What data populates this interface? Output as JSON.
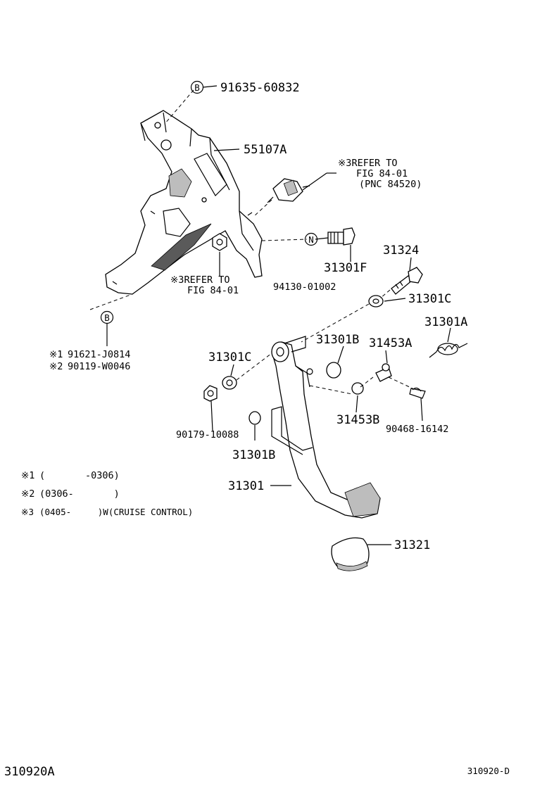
{
  "labels": {
    "bolt_b_top": "91635-60832",
    "bracket": "55107A",
    "refer_switch_1": "※3REFER TO",
    "refer_switch_2": "FIG 84-01",
    "refer_switch_3": "(PNC 84520)",
    "refer_nut_1": "※3REFER TO",
    "refer_nut_2": "FIG 84-01",
    "nut_n": "94130-01002",
    "pin_f": "31301F",
    "bolt_31324": "31324",
    "bushing_c_right": "31301C",
    "spring_a": "31301A",
    "bushing_b_top": "31301B",
    "clip_a": "31453A",
    "bolt_b_left_1": "91621-J0814",
    "bolt_b_left_2": "90119-W0046",
    "mark_1": "※1",
    "mark_2": "※2",
    "bushing_c_left": "31301C",
    "nut_90179": "90179-10088",
    "bushing_b_bottom": "31301B",
    "clip_b": "31453B",
    "pin_90468": "90468-16142",
    "pedal": "31301",
    "pad": "31321"
  },
  "footnotes": [
    {
      "mark": "※1",
      "text": "(       -0306)"
    },
    {
      "mark": "※2",
      "text": "(0306-       )"
    },
    {
      "mark": "※3",
      "text": "(0405-     )W(CRUISE CONTROL)"
    }
  ],
  "callout_letters": {
    "bolt_top": "B",
    "bolt_left": "B",
    "nut": "N"
  },
  "footer": {
    "left": "310920A",
    "right": "310920-D"
  }
}
